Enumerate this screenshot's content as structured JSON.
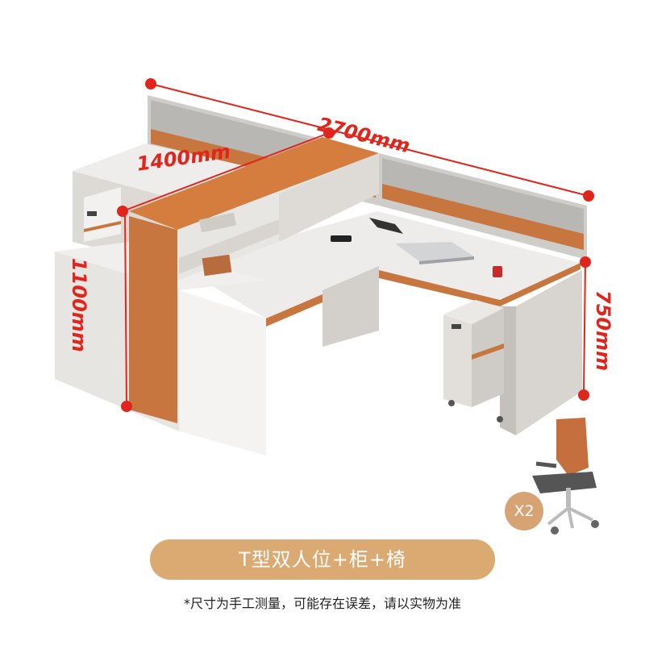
{
  "dimensions": {
    "width": "2700mm",
    "depth": "1400mm",
    "height_screen": "1100mm",
    "height_desk": "750mm"
  },
  "badge": {
    "label": "X2"
  },
  "banner": {
    "label": "T型双人位+柜+椅"
  },
  "note": {
    "text": "*尺寸为手工测量，可能存在误差，请以实物为准"
  },
  "colors": {
    "accent_orange": "#c8763f",
    "dimension_red": "#e0261c",
    "banner_tan": "#dba972",
    "desk_white": "#eeecea",
    "frame_grey": "#c9c6c2"
  },
  "icons": [
    "laptop-icon",
    "mug-icon",
    "power-socket-icon",
    "office-chair-icon"
  ]
}
